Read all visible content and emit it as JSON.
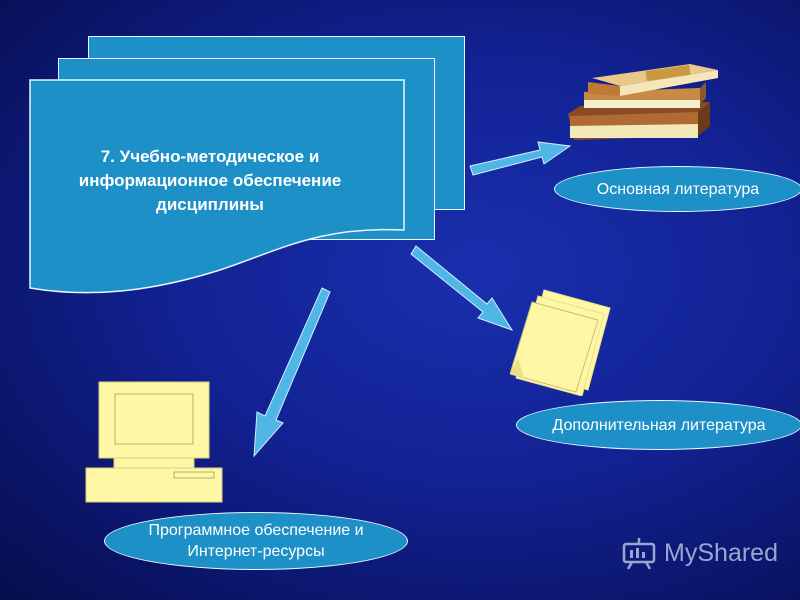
{
  "main": {
    "title": "7. Учебно-методическое и информационное обеспечение дисциплины"
  },
  "ovals": {
    "main_literature": "Основная литература",
    "additional_literature": "Дополнительная литература",
    "software": "Программное обеспечение и Интернет-ресурсы"
  },
  "watermark": {
    "text": "MyShared"
  },
  "colors": {
    "background": "#122293",
    "shape_fill": "#1e90c8",
    "arrow": "#4fb6e6",
    "icon_yellow": "#fdf7a6"
  },
  "icons": [
    "books-icon",
    "documents-icon",
    "computer-icon",
    "myshared-logo-icon"
  ]
}
